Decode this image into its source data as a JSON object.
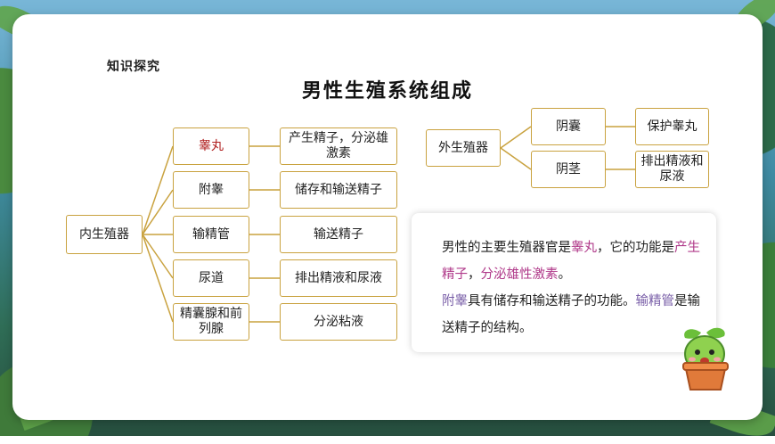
{
  "page": {
    "section_label": "知识探究",
    "title": "男性生殖系统组成"
  },
  "internal": {
    "root": "内生殖器",
    "organs": [
      {
        "name": "睾丸",
        "function": "产生精子，分泌雄激素"
      },
      {
        "name": "附睾",
        "function": "储存和输送精子"
      },
      {
        "name": "输精管",
        "function": "输送精子"
      },
      {
        "name": "尿道",
        "function": "排出精液和尿液"
      },
      {
        "name": "精囊腺和前列腺",
        "function": "分泌粘液"
      }
    ]
  },
  "external": {
    "root": "外生殖器",
    "organs": [
      {
        "name": "阴囊",
        "function": "保护睾丸"
      },
      {
        "name": "阴茎",
        "function": "排出精液和尿液"
      }
    ]
  },
  "note": {
    "p1_a": "男性的主要生殖器官是",
    "p1_b": "睾丸",
    "p1_c": "，它的功能是",
    "p1_d": "产生精子",
    "p1_e": "，",
    "p1_f": "分泌雄性激素",
    "p1_g": "。",
    "p2_a": "附睾",
    "p2_b": "具有储存和输送精子的功能。",
    "p2_c": "输精管",
    "p2_d": "是输送精子的结构。"
  },
  "colors": {
    "accent_border": "#c9a23f",
    "highlight_red": "#b01e1e",
    "highlight_purple": "#7a5fa8"
  }
}
